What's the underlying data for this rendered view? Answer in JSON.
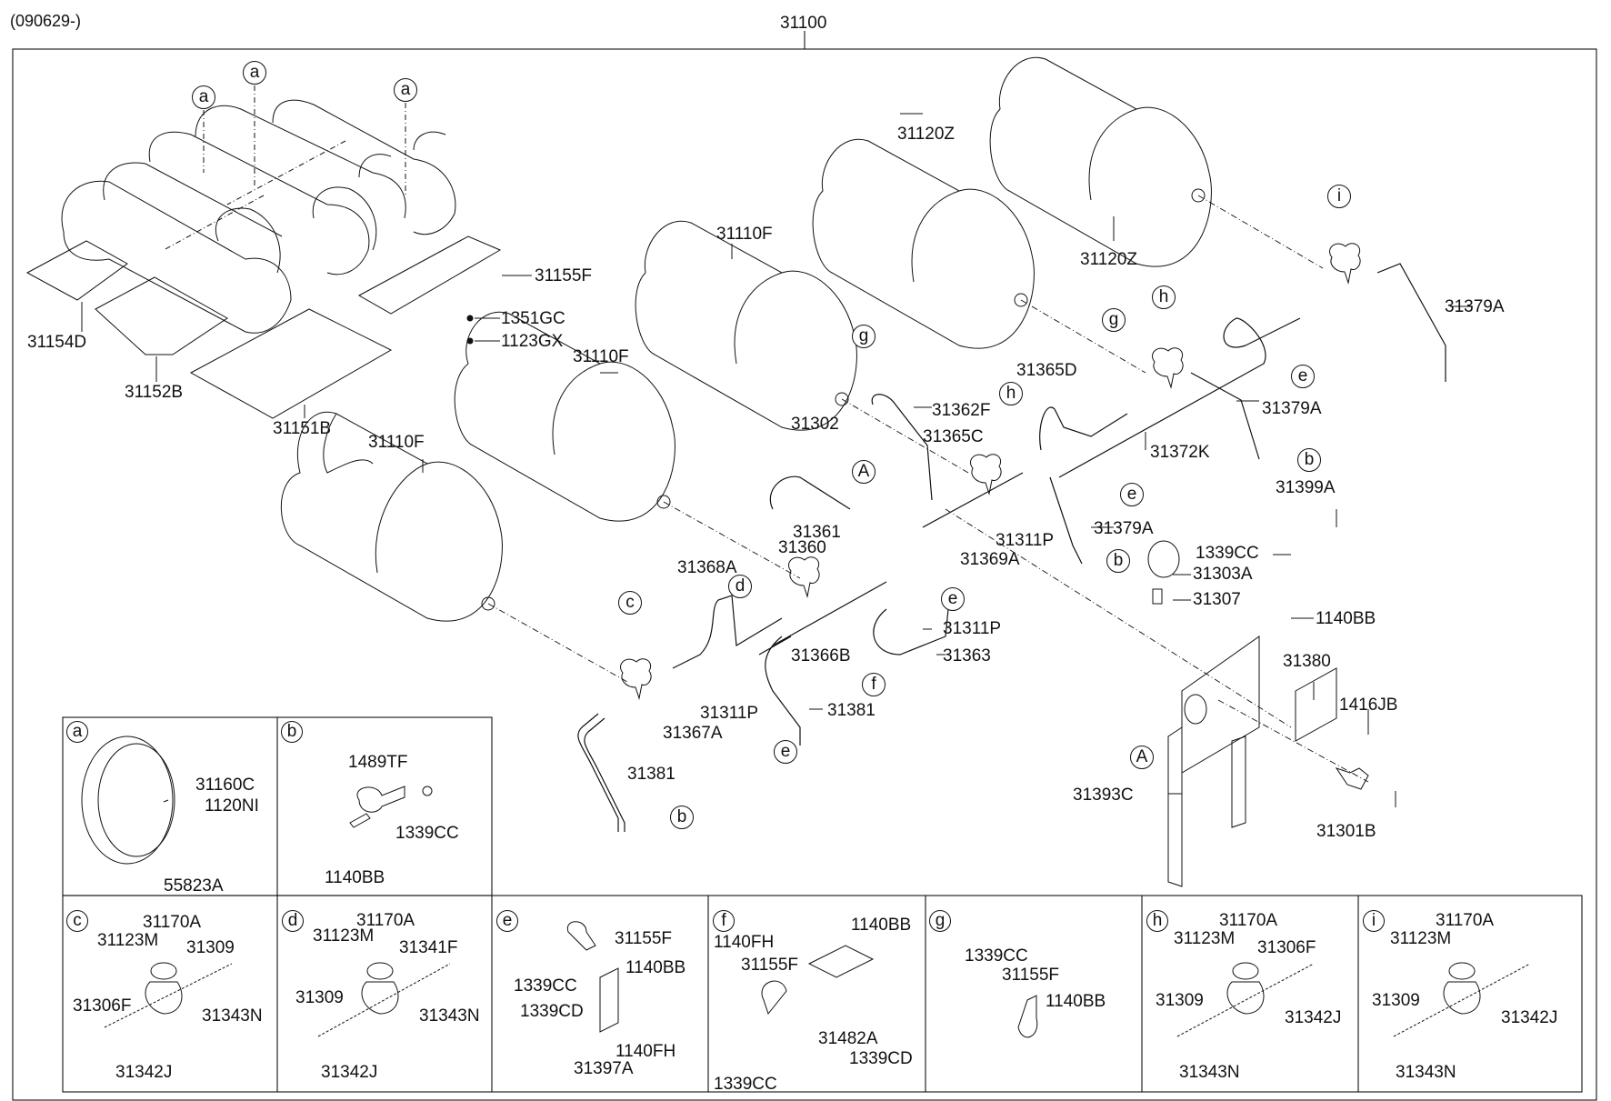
{
  "header": {
    "effective_date": "(090629-)",
    "assembly_number": "31100"
  },
  "main_labels": {
    "l31154D": "31154D",
    "l31152B": "31152B",
    "l31151B": "31151B",
    "l31155F": "31155F",
    "l1351GC": "1351GC",
    "l1123GX": "1123GX",
    "l31110F_1": "31110F",
    "l31110F_2": "31110F",
    "l31110F_3": "31110F",
    "l31120Z_1": "31120Z",
    "l31120Z_2": "31120Z",
    "l31379A_1": "31379A",
    "l31379A_2": "31379A",
    "l31379A_3": "31379A",
    "l31365D": "31365D",
    "l31362F": "31362F",
    "l31302": "31302",
    "l31365C": "31365C",
    "l31372K": "31372K",
    "l31399A": "31399A",
    "l31361": "31361",
    "l31360": "31360",
    "l31311P_1": "31311P",
    "l31311P_2": "31311P",
    "l31311P_3": "31311P",
    "l31369A": "31369A",
    "l1339CC": "1339CC",
    "l31303A": "31303A",
    "l31307": "31307",
    "l31368A": "31368A",
    "l31366B": "31366B",
    "l31363": "31363",
    "l1140BB": "1140BB",
    "l31380": "31380",
    "l1416JB": "1416JB",
    "l31367A": "31367A",
    "l31381_1": "31381",
    "l31381_2": "31381",
    "l31393C": "31393C",
    "l31301B": "31301B"
  },
  "callouts": {
    "a": "a",
    "b": "b",
    "c": "c",
    "d": "d",
    "e": "e",
    "f": "f",
    "g": "g",
    "h": "h",
    "i": "i",
    "A": "A"
  },
  "detail_panels": [
    {
      "id": "a",
      "labels": [
        "31160C",
        "1120NI",
        "55823A"
      ]
    },
    {
      "id": "b",
      "labels": [
        "1489TF",
        "1339CC",
        "1140BB"
      ]
    },
    {
      "id": "c",
      "labels": [
        "31170A",
        "31123M",
        "31309",
        "31306F",
        "31343N",
        "31342J"
      ]
    },
    {
      "id": "d",
      "labels": [
        "31170A",
        "31123M",
        "31341F",
        "31309",
        "31343N",
        "31342J"
      ]
    },
    {
      "id": "e",
      "labels": [
        "31155F",
        "1339CC",
        "1140BB",
        "1339CD",
        "1140FH",
        "31397A"
      ]
    },
    {
      "id": "f",
      "labels": [
        "1140FH",
        "1140BB",
        "31155F",
        "31482A",
        "1339CD",
        "1339CC"
      ]
    },
    {
      "id": "g",
      "labels": [
        "1339CC",
        "31155F",
        "1140BB"
      ]
    },
    {
      "id": "h",
      "labels": [
        "31170A",
        "31123M",
        "31306F",
        "31309",
        "31342J",
        "31343N"
      ]
    },
    {
      "id": "i",
      "labels": [
        "31170A",
        "31123M",
        "31309",
        "31342J",
        "31343N"
      ]
    }
  ]
}
